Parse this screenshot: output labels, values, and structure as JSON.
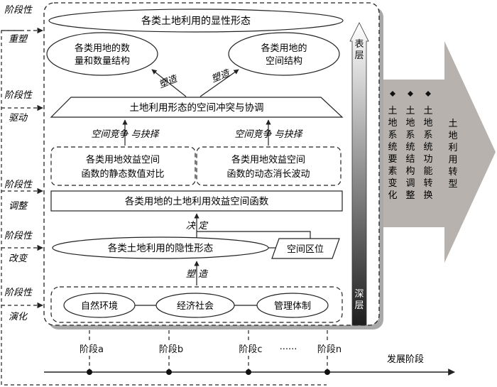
{
  "top_title": "各类土地利用的显性形态",
  "top_left_oval": [
    "各类用地的数",
    "量和数量结构"
  ],
  "top_right_oval": [
    "各类用地的",
    "空间结构"
  ],
  "shape_label": "塑造",
  "trapezoid": "土地利用形态的空间冲突与协调",
  "competition_label": "空间竞争 与抉择",
  "left_box": [
    "各类用地效益空间",
    "函数的静态数值对比"
  ],
  "right_box": [
    "各类用地效益空间",
    "函数的动态消长波动"
  ],
  "function_bar": "各类用地的土地利用效益空间函数",
  "decide_label": "决 定",
  "hidden_oval": "各类土地利用的隐性形态",
  "spatial_location": "空间区位",
  "shape_label2": "塑 造",
  "factors": [
    "自然环境",
    "经济社会",
    "管理体制"
  ],
  "vertical_arrow": {
    "top": "表层",
    "bottom": "深层"
  },
  "left_labels": [
    {
      "a": "阶段性",
      "b": "重塑"
    },
    {
      "a": "阶段性",
      "b": "驱动"
    },
    {
      "a": "阶段性",
      "b": "调整"
    },
    {
      "a": "阶段性",
      "b": "改变"
    },
    {
      "a": "阶段性",
      "b": "演化"
    }
  ],
  "right_columns": [
    "土地系统要素变化",
    "土地系统结构调整",
    "土地系统功能转换"
  ],
  "big_arrow_text": "土地利用转型",
  "stages": [
    "阶段a",
    "阶段b",
    "阶段c",
    "······",
    "阶段n"
  ],
  "axis_label": "发展阶段",
  "colors": {
    "line": "#222222",
    "big_arrow": "#b7b2ae",
    "shade": "#9a9a9a"
  }
}
